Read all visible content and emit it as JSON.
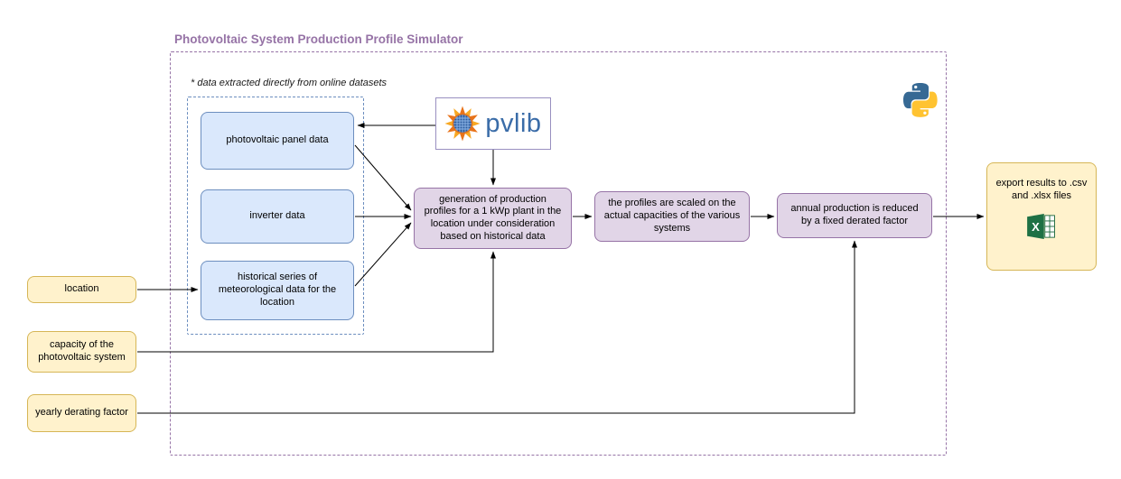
{
  "diagram": {
    "title": "Photovoltaic System Production Profile Simulator",
    "note": "* data extracted directly from online datasets",
    "data_sources": [
      {
        "label": "photovoltaic panel data"
      },
      {
        "label": "inverter data"
      },
      {
        "label": "historical series of meteorological data for the location"
      }
    ],
    "process_steps": [
      {
        "label": "generation of production profiles for a 1 kWp plant in the location under consideration based on historical data"
      },
      {
        "label": "the profiles are scaled on the actual capacities of the various systems"
      },
      {
        "label": "annual production is reduced by a fixed derated factor"
      }
    ],
    "user_inputs": [
      {
        "label": "location"
      },
      {
        "label": "capacity of the photovoltaic system"
      },
      {
        "label": "yearly derating factor"
      }
    ],
    "output_label": "export results to .csv and .xlsx files",
    "pvlib_label": "pvlib"
  },
  "icons": {
    "pvlib_sun": "pvlib-sun-icon",
    "python": "python-icon",
    "excel": "excel-icon"
  },
  "colors": {
    "title_text": "#9673A6",
    "container_border": "#9673A6",
    "sources_frame_border": "#6C8EBF",
    "blue_fill": "#DAE8FC",
    "blue_border": "#6C8EBF",
    "purple_fill": "#E1D5E7",
    "purple_border": "#9673A6",
    "yellow_fill": "#FFF2CC",
    "yellow_border": "#D6B656",
    "pvlib_text": "#3A6CA8",
    "python_blue": "#366994",
    "python_yellow": "#FFC331",
    "excel_green": "#1E7145",
    "arrow": "#000000"
  }
}
